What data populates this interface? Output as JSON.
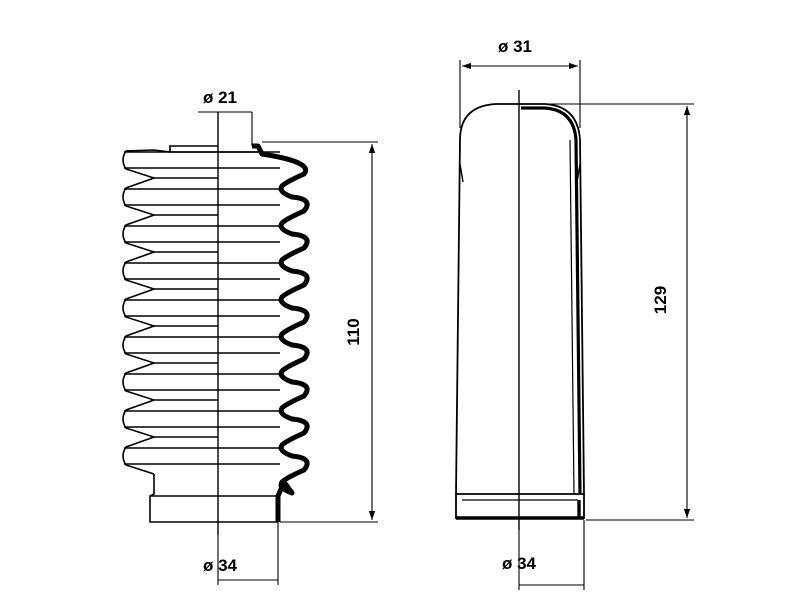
{
  "bellows_boot": {
    "top_diameter": "ø 21",
    "length": "110",
    "bottom_diameter": "ø 34",
    "convolutions": 9
  },
  "smooth_boot": {
    "top_diameter": "ø 31",
    "length": "129",
    "bottom_diameter": "ø 34"
  },
  "colors": {
    "line": "#000000",
    "background": "#ffffff"
  }
}
